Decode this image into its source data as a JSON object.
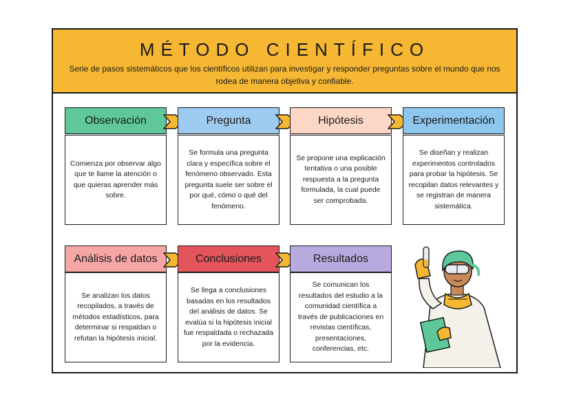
{
  "header": {
    "title": "MÉTODO CIENTÍFICO",
    "subtitle": "Serie de pasos sistemáticos que los científicos utilizan para investigar y responder preguntas sobre el mundo que nos rodea de manera objetiva y confiable."
  },
  "colors": {
    "header_bg": "#f6b733",
    "arrow": "#f6b733",
    "observacion": "#5ec89a",
    "pregunta": "#9ecbf0",
    "hipotesis": "#fdd7c6",
    "experimentacion": "#8fc6ee",
    "analisis": "#f7a6a6",
    "conclusiones": "#e3545b",
    "resultados": "#b8aade"
  },
  "steps": [
    {
      "title": "Observación",
      "body": "Comienza por observar algo que te llame la atención o que quieras aprender más sobre."
    },
    {
      "title": "Pregunta",
      "body": "Se formula una pregunta clara y específica sobre el fenómeno observado. Esta pregunta suele ser sobre el por qué, cómo o qué del fenómeno."
    },
    {
      "title": "Hipótesis",
      "body": "Se propone una explicación tentativa o una posible respuesta a la pregunta formulada, la cual puede ser comprobada."
    },
    {
      "title": "Experimentación",
      "body": "Se diseñan y realizan experimentos controlados para probar la hipótesis. Se recopilan datos relevantes y se registran de manera sistemática."
    },
    {
      "title": "Análisis de datos",
      "body": "Se analizan los datos recopilados, a través de métodos estadísticos, para determinar si respaldan o refutan la hipótesis inicial."
    },
    {
      "title": "Conclusiones",
      "body": "Se llega a conclusiones basadas en los resultados del análisis de datos. Se evalúa si la hipótesis inicial fue respaldada o rechazada por la evidencia."
    },
    {
      "title": "Resultados",
      "body": "Se comunican los resultados del estudio a la comunidad científica a través de publicaciones en revistas científicas, presentaciones, conferencias, etc."
    }
  ],
  "illustration": {
    "icon": "scientist-with-test-tube-illustration"
  }
}
